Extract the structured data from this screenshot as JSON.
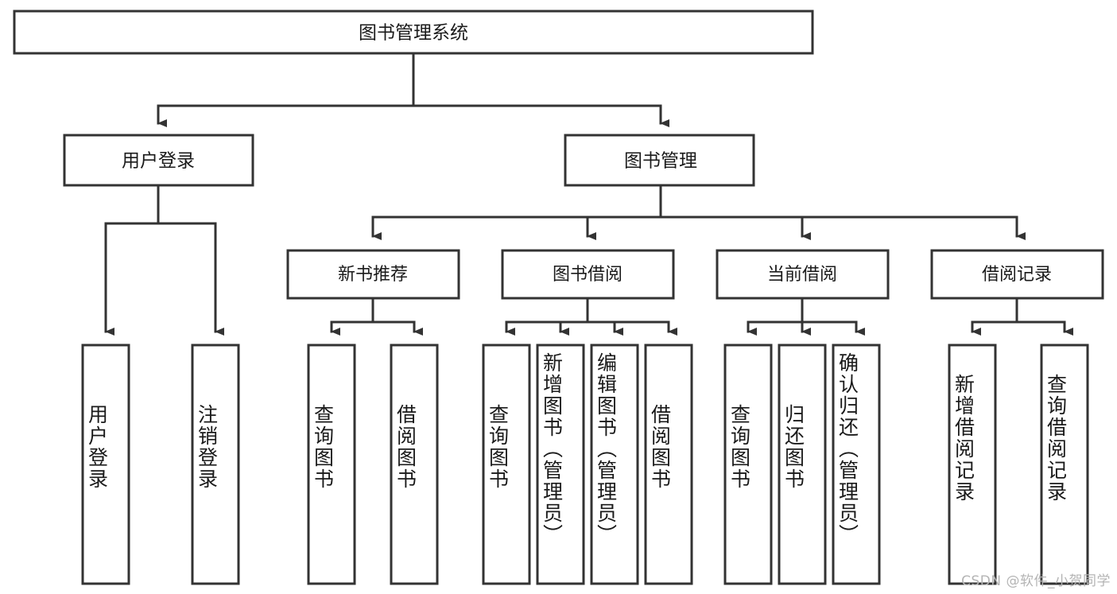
{
  "diagram": {
    "title": "图书管理系统",
    "watermark": "CSDN @软件_小贺同学",
    "root": {
      "label": "图书管理系统"
    },
    "level2": [
      {
        "label": "用户登录"
      },
      {
        "label": "图书管理"
      }
    ],
    "level3": [
      {
        "label": "新书推荐"
      },
      {
        "label": "图书借阅"
      },
      {
        "label": "当前借阅"
      },
      {
        "label": "借阅记录"
      }
    ],
    "leaves": [
      {
        "label": "用户登录"
      },
      {
        "label": "注销登录"
      },
      {
        "label": "查询图书"
      },
      {
        "label": "借阅图书"
      },
      {
        "label": "查询图书"
      },
      {
        "label": "新增图书（管理员）"
      },
      {
        "label": "编辑图书（管理员）"
      },
      {
        "label": "借阅图书"
      },
      {
        "label": "查询图书"
      },
      {
        "label": "归还图书"
      },
      {
        "label": "确认归还（管理员）"
      },
      {
        "label": "新增借阅记录"
      },
      {
        "label": "查询借阅记录"
      }
    ],
    "colors": {
      "stroke": "#333333",
      "fill": "#ffffff",
      "text": "#1a1a1a",
      "watermark": "#b4b4b4"
    }
  }
}
